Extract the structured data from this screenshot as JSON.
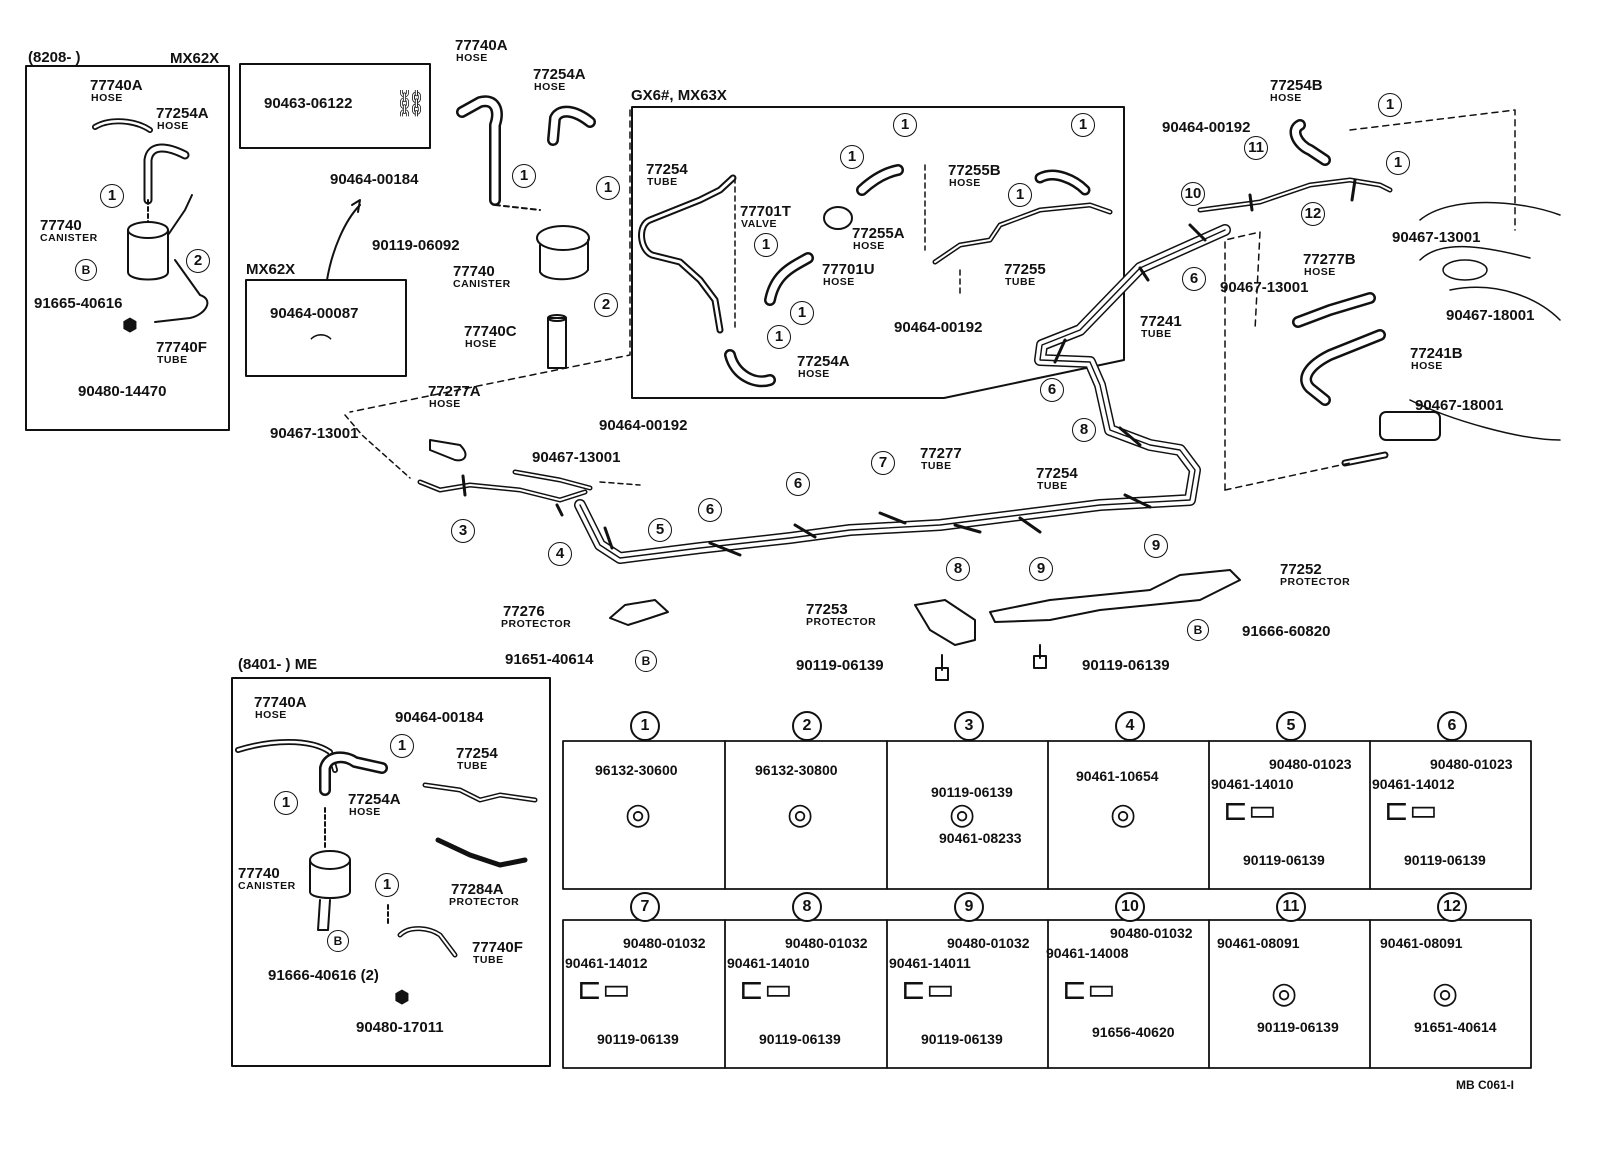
{
  "inset_mx62x_top": {
    "date_range": "(8208-      )",
    "model": "MX62X",
    "hose_a": {
      "pn": "77740A",
      "sub": "HOSE"
    },
    "hose_b": {
      "pn": "77254A",
      "sub": "HOSE"
    },
    "canister": {
      "pn": "77740",
      "sub": "CANISTER"
    },
    "bolt_pn": "91665-40616",
    "tube": {
      "pn": "77740F",
      "sub": "TUBE"
    },
    "nut_pn": "90480-14470"
  },
  "inset_clamp_box": {
    "pn": "90463-06122"
  },
  "inset_mx62x_small": {
    "model": "MX62X",
    "pn": "90464-00087"
  },
  "center_top": {
    "hose_a": {
      "pn": "77740A",
      "sub": "HOSE"
    },
    "hose_b": {
      "pn": "77254A",
      "sub": "HOSE"
    },
    "clip_pn": "90464-00184",
    "bolt_pn": "90119-06092",
    "canister": {
      "pn": "77740",
      "sub": "CANISTER"
    },
    "hose_c": {
      "pn": "77740C",
      "sub": "HOSE"
    }
  },
  "gx6_box": {
    "title": "GX6#, MX63X",
    "tube_a": {
      "pn": "77254",
      "sub": "TUBE"
    },
    "valve": {
      "pn": "77701T",
      "sub": "VALVE"
    },
    "hose_a": {
      "pn": "77255A",
      "sub": "HOSE"
    },
    "hose_b": {
      "pn": "77255B",
      "sub": "HOSE"
    },
    "hose_c": {
      "pn": "77701U",
      "sub": "HOSE"
    },
    "tube_b": {
      "pn": "77255",
      "sub": "TUBE"
    },
    "hose_d": {
      "pn": "77254A",
      "sub": "HOSE"
    },
    "clip_pn": "90464-00192"
  },
  "right_top": {
    "hose_a": {
      "pn": "77254B",
      "sub": "HOSE"
    },
    "clip_pn": "90464-00192",
    "clamp_a": "90467-13001",
    "clamp_b": "90467-13001",
    "hose_b": {
      "pn": "77277B",
      "sub": "HOSE"
    },
    "clamp_c": "90467-18001",
    "tube": {
      "pn": "77241",
      "sub": "TUBE"
    },
    "hose_c": {
      "pn": "77241B",
      "sub": "HOSE"
    },
    "clamp_d": "90467-18001"
  },
  "middle": {
    "hose": {
      "pn": "77277A",
      "sub": "HOSE"
    },
    "clamp_a": "90467-13001",
    "clamp_b": "90467-13001",
    "clip": "90464-00192",
    "tube_a": {
      "pn": "77277",
      "sub": "TUBE"
    },
    "tube_b": {
      "pn": "77254",
      "sub": "TUBE"
    },
    "protector_a": {
      "pn": "77252",
      "sub": "PROTECTOR"
    },
    "protector_b": {
      "pn": "77253",
      "sub": "PROTECTOR"
    },
    "protector_c": {
      "pn": "77276",
      "sub": "PROTECTOR"
    },
    "bolt_a": "91651-40614",
    "bolt_b": "91666-60820",
    "screw_a": "90119-06139",
    "screw_b": "90119-06139"
  },
  "inset_me": {
    "date_range": "(8401-       ) ME",
    "hose_a": {
      "pn": "77740A",
      "sub": "HOSE"
    },
    "clip": "90464-00184",
    "tube_a": {
      "pn": "77254",
      "sub": "TUBE"
    },
    "hose_b": {
      "pn": "77254A",
      "sub": "HOSE"
    },
    "canister": {
      "pn": "77740",
      "sub": "CANISTER"
    },
    "protector": {
      "pn": "77284A",
      "sub": "PROTECTOR"
    },
    "tube_b": {
      "pn": "77740F",
      "sub": "TUBE"
    },
    "bolt": "91666-40616 (2)",
    "nut": "90480-17011"
  },
  "detail_table": [
    {
      "no": "1",
      "parts": [
        "96132-30600"
      ]
    },
    {
      "no": "2",
      "parts": [
        "96132-30800"
      ]
    },
    {
      "no": "3",
      "parts": [
        "90119-06139",
        "90461-08233"
      ]
    },
    {
      "no": "4",
      "parts": [
        "90461-10654"
      ]
    },
    {
      "no": "5",
      "parts": [
        "90480-01023",
        "90461-14010",
        "90119-06139"
      ]
    },
    {
      "no": "6",
      "parts": [
        "90480-01023",
        "90461-14012",
        "90119-06139"
      ]
    },
    {
      "no": "7",
      "parts": [
        "90480-01032",
        "90461-14012",
        "90119-06139"
      ]
    },
    {
      "no": "8",
      "parts": [
        "90480-01032",
        "90461-14010",
        "90119-06139"
      ]
    },
    {
      "no": "9",
      "parts": [
        "90480-01032",
        "90461-14011",
        "90119-06139"
      ]
    },
    {
      "no": "10",
      "parts": [
        "90480-01032",
        "90461-14008",
        "91656-40620"
      ]
    },
    {
      "no": "11",
      "parts": [
        "90461-08091",
        "90119-06139"
      ]
    },
    {
      "no": "12",
      "parts": [
        "90461-08091",
        "91651-40614"
      ]
    }
  ],
  "footer_code": "MB C061-I"
}
